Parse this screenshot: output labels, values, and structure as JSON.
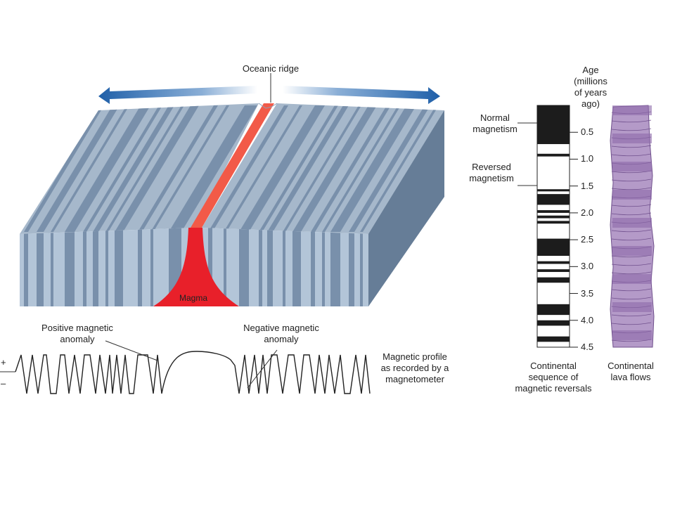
{
  "labels": {
    "oceanic_ridge": "Oceanic ridge",
    "magma": "Magma",
    "positive_anomaly": [
      "Positive magnetic",
      "anomaly"
    ],
    "negative_anomaly": [
      "Negative magnetic",
      "anomaly"
    ],
    "plus": "+",
    "minus": "–",
    "profile_caption": [
      "Magnetic profile",
      "as recorded by a",
      "magnetometer"
    ],
    "age_header": [
      "Age",
      "(millions",
      "of years",
      "ago)"
    ],
    "normal": [
      "Normal",
      "magnetism"
    ],
    "reversed": [
      "Reversed",
      "magnetism"
    ],
    "sequence_caption": [
      "Continental",
      "sequence of",
      "magnetic reversals"
    ],
    "lava_caption": [
      "Continental",
      "lava flows"
    ]
  },
  "age_ticks": [
    "0.5",
    "1.0",
    "1.5",
    "2.0",
    "2.5",
    "3.0",
    "3.5",
    "4.0",
    "4.5"
  ],
  "colors": {
    "block_top_base": "#a6b8cb",
    "block_front_base": "#b3c5d8",
    "stripe_dark": "#7990ab",
    "block_side": "#667d97",
    "magma": "#e8202a",
    "ridge_top": "#f25a48",
    "arrow": "#2a6cb4",
    "normal_band": "#1c1c1c",
    "lava": "#b49ac8",
    "lava_dark": "#8e6aaa"
  }
}
